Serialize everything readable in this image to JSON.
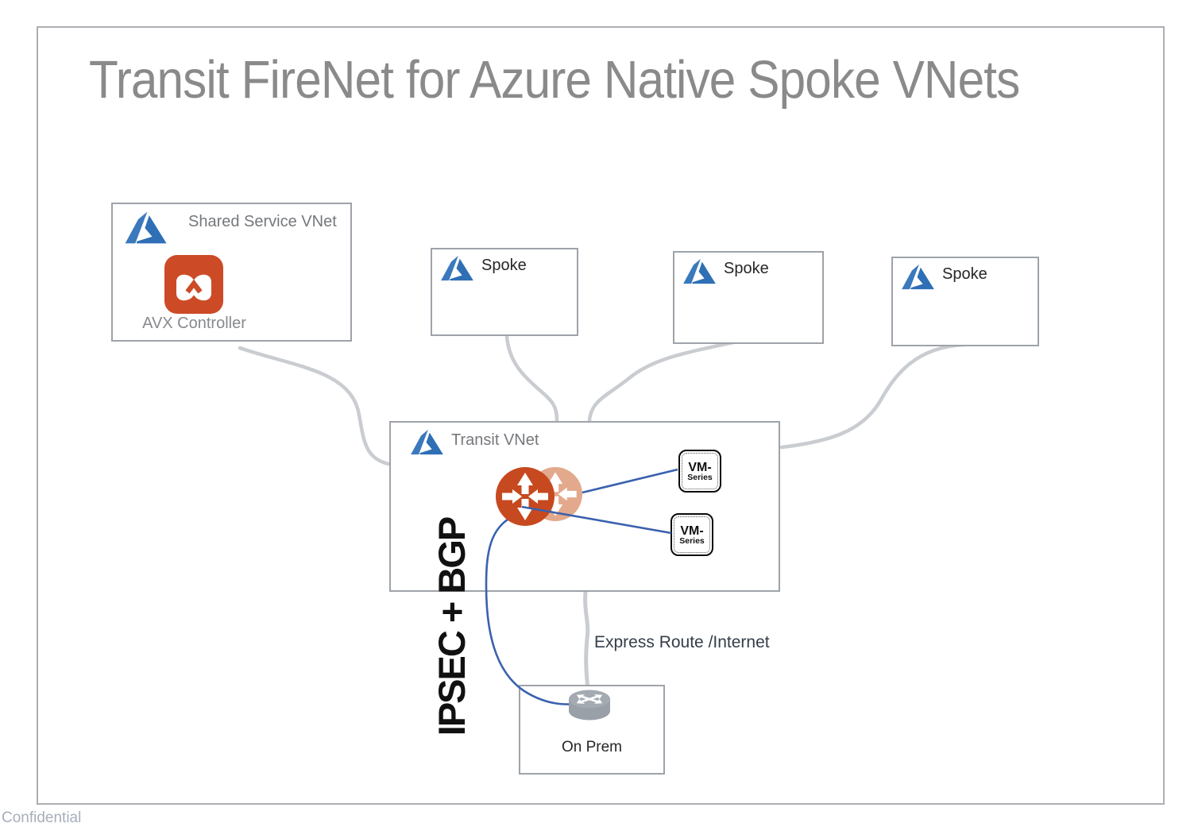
{
  "title": "Transit FireNet for Azure Native Spoke VNets",
  "shared_service": {
    "label": "Shared Service VNet",
    "controller_label": "AVX Controller"
  },
  "spokes": [
    {
      "label": "Spoke"
    },
    {
      "label": "Spoke"
    },
    {
      "label": "Spoke"
    }
  ],
  "transit": {
    "label": "Transit VNet",
    "vm_series": [
      {
        "line1": "VM-",
        "line2": "Series"
      },
      {
        "line1": "VM-",
        "line2": "Series"
      }
    ]
  },
  "on_prem": {
    "label": "On Prem"
  },
  "annotations": {
    "ipsec_bgp": "IPSEC + BGP",
    "express_route": "Express Route /Internet"
  },
  "footer": {
    "confidential": "Confidential"
  },
  "icons": [
    "azure-logo-icon",
    "avx-controller-icon",
    "aviatrix-gateway-icon",
    "aviatrix-gateway-faded-icon",
    "router-icon"
  ],
  "colors": {
    "azure_blue_dark": "#2E6FB6",
    "azure_blue_light": "#3B79BD",
    "gateway_orange": "#C7491F",
    "gateway_orange_faded": "#E3A98C",
    "avx_orange": "#CC4B26",
    "link_blue": "#3A61AE",
    "connector_gray": "#C9CCD0",
    "box_border": "#9EA3A9",
    "frame_border": "#ACAFB3",
    "router_gray": "#99A0A8",
    "router_gray_light": "#A3AAB1",
    "label_gray": "#75787C",
    "title_gray": "#8A8A8A",
    "text_dark": "#262626",
    "express_text": "#333D48",
    "confidential_gray": "#A7AEBB",
    "ipsec_text": "#111111",
    "vm_border": "#0C0C0C"
  }
}
